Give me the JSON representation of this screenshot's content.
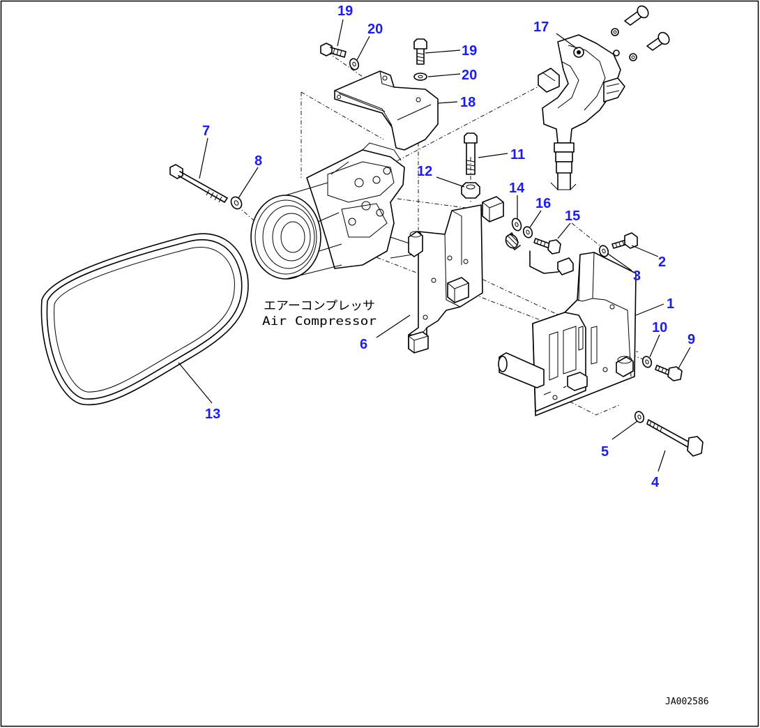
{
  "colors": {
    "callout": "#1a1aff",
    "line": "#000000",
    "background": "#ffffff"
  },
  "labels": {
    "air_compressor_jp": "エアーコンプレッサ",
    "air_compressor_en": "Air Compressor",
    "drawing_code": "JA002586"
  },
  "callouts": [
    {
      "id": "c19a",
      "text": "19"
    },
    {
      "id": "c20a",
      "text": "20"
    },
    {
      "id": "c19b",
      "text": "19"
    },
    {
      "id": "c20b",
      "text": "20"
    },
    {
      "id": "c18",
      "text": "18"
    },
    {
      "id": "c17",
      "text": "17"
    },
    {
      "id": "c7",
      "text": "7"
    },
    {
      "id": "c8",
      "text": "8"
    },
    {
      "id": "c11",
      "text": "11"
    },
    {
      "id": "c12",
      "text": "12"
    },
    {
      "id": "c14",
      "text": "14"
    },
    {
      "id": "c16",
      "text": "16"
    },
    {
      "id": "c15",
      "text": "15"
    },
    {
      "id": "c2",
      "text": "2"
    },
    {
      "id": "c3",
      "text": "3"
    },
    {
      "id": "c1",
      "text": "1"
    },
    {
      "id": "c10",
      "text": "10"
    },
    {
      "id": "c9",
      "text": "9"
    },
    {
      "id": "c6",
      "text": "6"
    },
    {
      "id": "c13",
      "text": "13"
    },
    {
      "id": "c5",
      "text": "5"
    },
    {
      "id": "c4",
      "text": "4"
    }
  ]
}
